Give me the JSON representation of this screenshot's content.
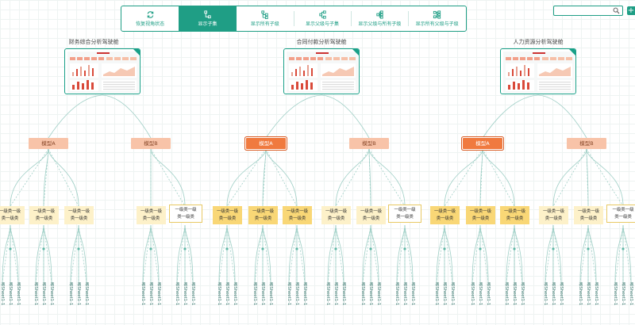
{
  "toolbar": {
    "buttons": [
      {
        "label": "恢复视角状态",
        "icon": "refresh-icon"
      },
      {
        "label": "显示子集",
        "icon": "show-children-icon",
        "active": true
      },
      {
        "label": "显示所有子级",
        "icon": "show-all-children-icon"
      },
      {
        "label": "显示父级与子集",
        "icon": "show-parent-children-icon"
      },
      {
        "label": "显示父级与所有子级",
        "icon": "show-parent-all-children-icon"
      },
      {
        "label": "显示所有父级与子级",
        "icon": "show-all-parents-children-icon"
      }
    ]
  },
  "search": {
    "placeholder": "",
    "value": ""
  },
  "dashboards": [
    {
      "title": "财务综合分析驾驶舱"
    },
    {
      "title": "合同付款分析驾驶舱"
    },
    {
      "title": "人力资源分析驾驶舱"
    }
  ],
  "models": [
    "模型A",
    "模型B",
    "模型A",
    "模型B",
    "模型A",
    "模型B"
  ],
  "level1_label": "一级类一级\n类一级类",
  "sheet_label": "表Sheet1-1",
  "colors": {
    "accent": "#1f9e85",
    "model_light": "#f8c3a8",
    "model_active": "#f07a3f",
    "l1_pale": "#fdf1c9",
    "l1_gold": "#f9d776"
  }
}
